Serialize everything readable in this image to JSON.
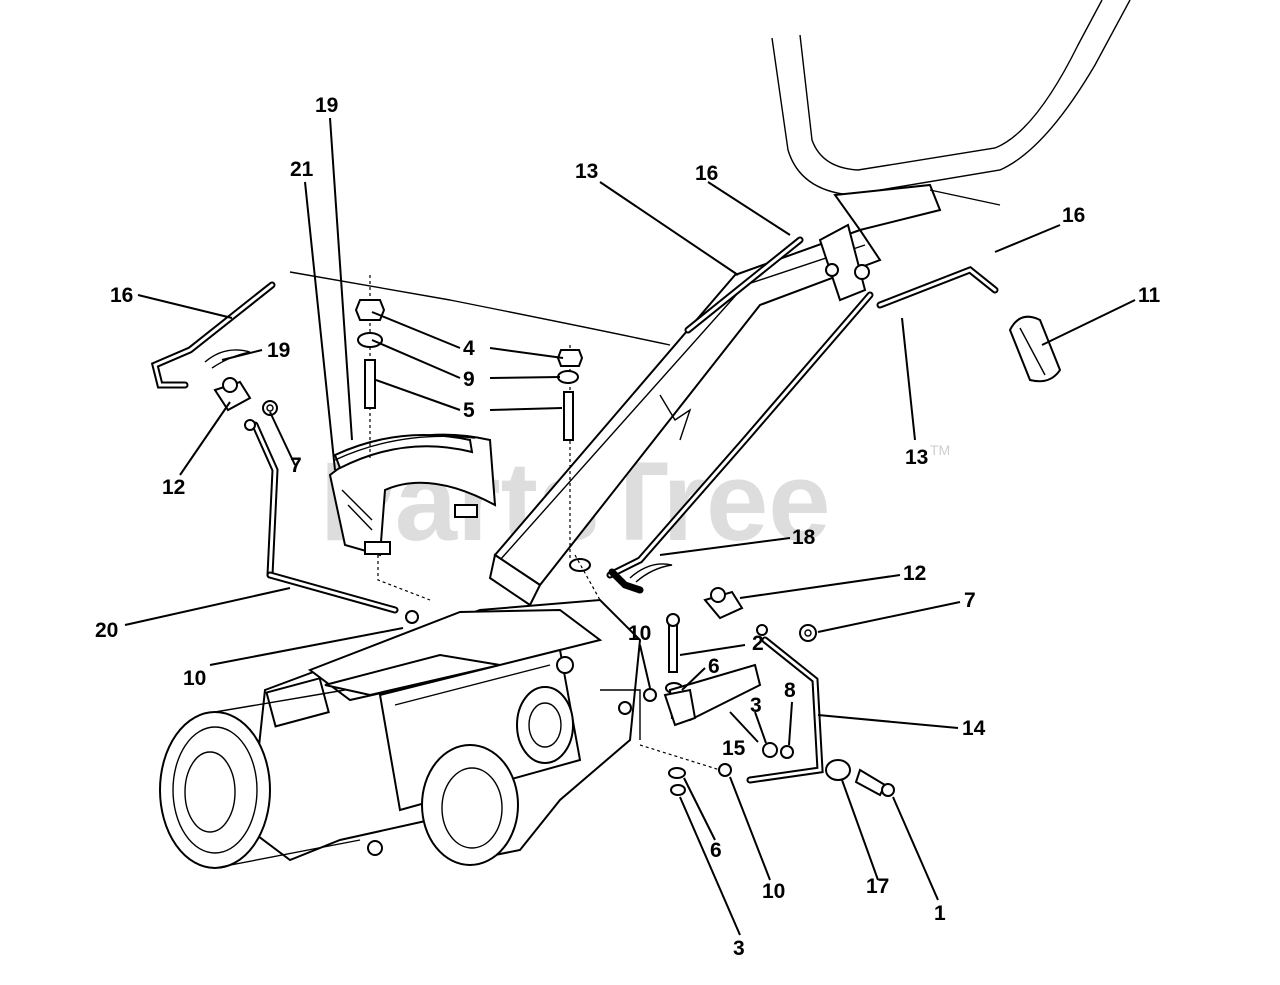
{
  "watermark": {
    "text": "PartsTree",
    "trademark": "TM",
    "color": "#d9d9d9"
  },
  "callouts": [
    {
      "id": "c1",
      "label": "19"
    },
    {
      "id": "c2",
      "label": "21"
    },
    {
      "id": "c3",
      "label": "16"
    },
    {
      "id": "c4",
      "label": "19"
    },
    {
      "id": "c5",
      "label": "4"
    },
    {
      "id": "c6",
      "label": "9"
    },
    {
      "id": "c7",
      "label": "5"
    },
    {
      "id": "c8",
      "label": "12"
    },
    {
      "id": "c9",
      "label": "7"
    },
    {
      "id": "c10",
      "label": "13"
    },
    {
      "id": "c11",
      "label": "16"
    },
    {
      "id": "c12",
      "label": "16"
    },
    {
      "id": "c13",
      "label": "11"
    },
    {
      "id": "c14",
      "label": "13"
    },
    {
      "id": "c15",
      "label": "18"
    },
    {
      "id": "c16",
      "label": "12"
    },
    {
      "id": "c17",
      "label": "7"
    },
    {
      "id": "c18",
      "label": "20"
    },
    {
      "id": "c19",
      "label": "10"
    },
    {
      "id": "c20",
      "label": "10"
    },
    {
      "id": "c21",
      "label": "2"
    },
    {
      "id": "c22",
      "label": "6"
    },
    {
      "id": "c23",
      "label": "3"
    },
    {
      "id": "c24",
      "label": "8"
    },
    {
      "id": "c25",
      "label": "15"
    },
    {
      "id": "c26",
      "label": "14"
    },
    {
      "id": "c27",
      "label": "6"
    },
    {
      "id": "c28",
      "label": "10"
    },
    {
      "id": "c29",
      "label": "17"
    },
    {
      "id": "c30",
      "label": "1"
    },
    {
      "id": "c31",
      "label": "3"
    }
  ]
}
